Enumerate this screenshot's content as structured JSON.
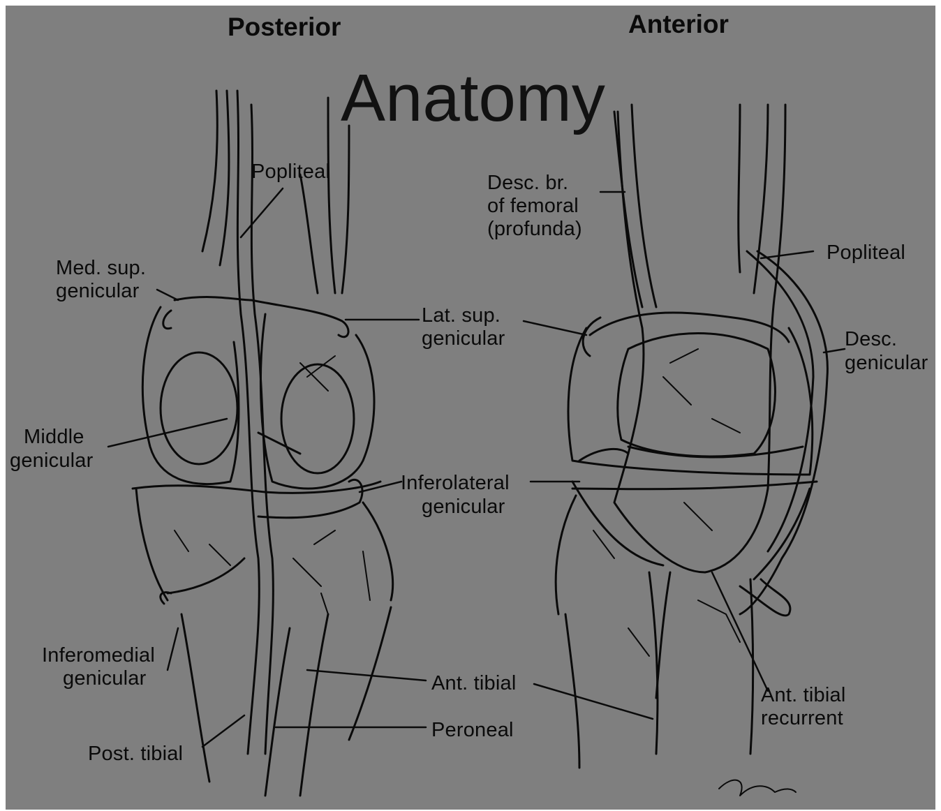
{
  "slide": {
    "title": "Anatomy",
    "background": "#7f7f7f",
    "ink": "#0a0a0a"
  },
  "diagram": {
    "views": {
      "posterior": "Posterior",
      "anterior": "Anterior"
    },
    "labels": {
      "popliteal_post": "Popliteal",
      "med_sup_gen_1": "Med. sup.",
      "med_sup_gen_2": "genicular",
      "lat_sup_gen_1": "Lat. sup.",
      "lat_sup_gen_2": "genicular",
      "middle_gen_1": "Middle",
      "middle_gen_2": "genicular",
      "inferolateral_1": "Inferolateral",
      "inferolateral_2": "genicular",
      "inferomedial_1": "Inferomedial",
      "inferomedial_2": "genicular",
      "ant_tibial": "Ant. tibial",
      "peroneal": "Peroneal",
      "post_tibial": "Post. tibial",
      "desc_br_1": "Desc. br.",
      "desc_br_2": "of femoral",
      "desc_br_3": "(profunda)",
      "popliteal_ant": "Popliteal",
      "desc_gen_1": "Desc.",
      "desc_gen_2": "genicular",
      "ant_tib_rec_1": "Ant. tibial",
      "ant_tib_rec_2": "recurrent"
    }
  }
}
